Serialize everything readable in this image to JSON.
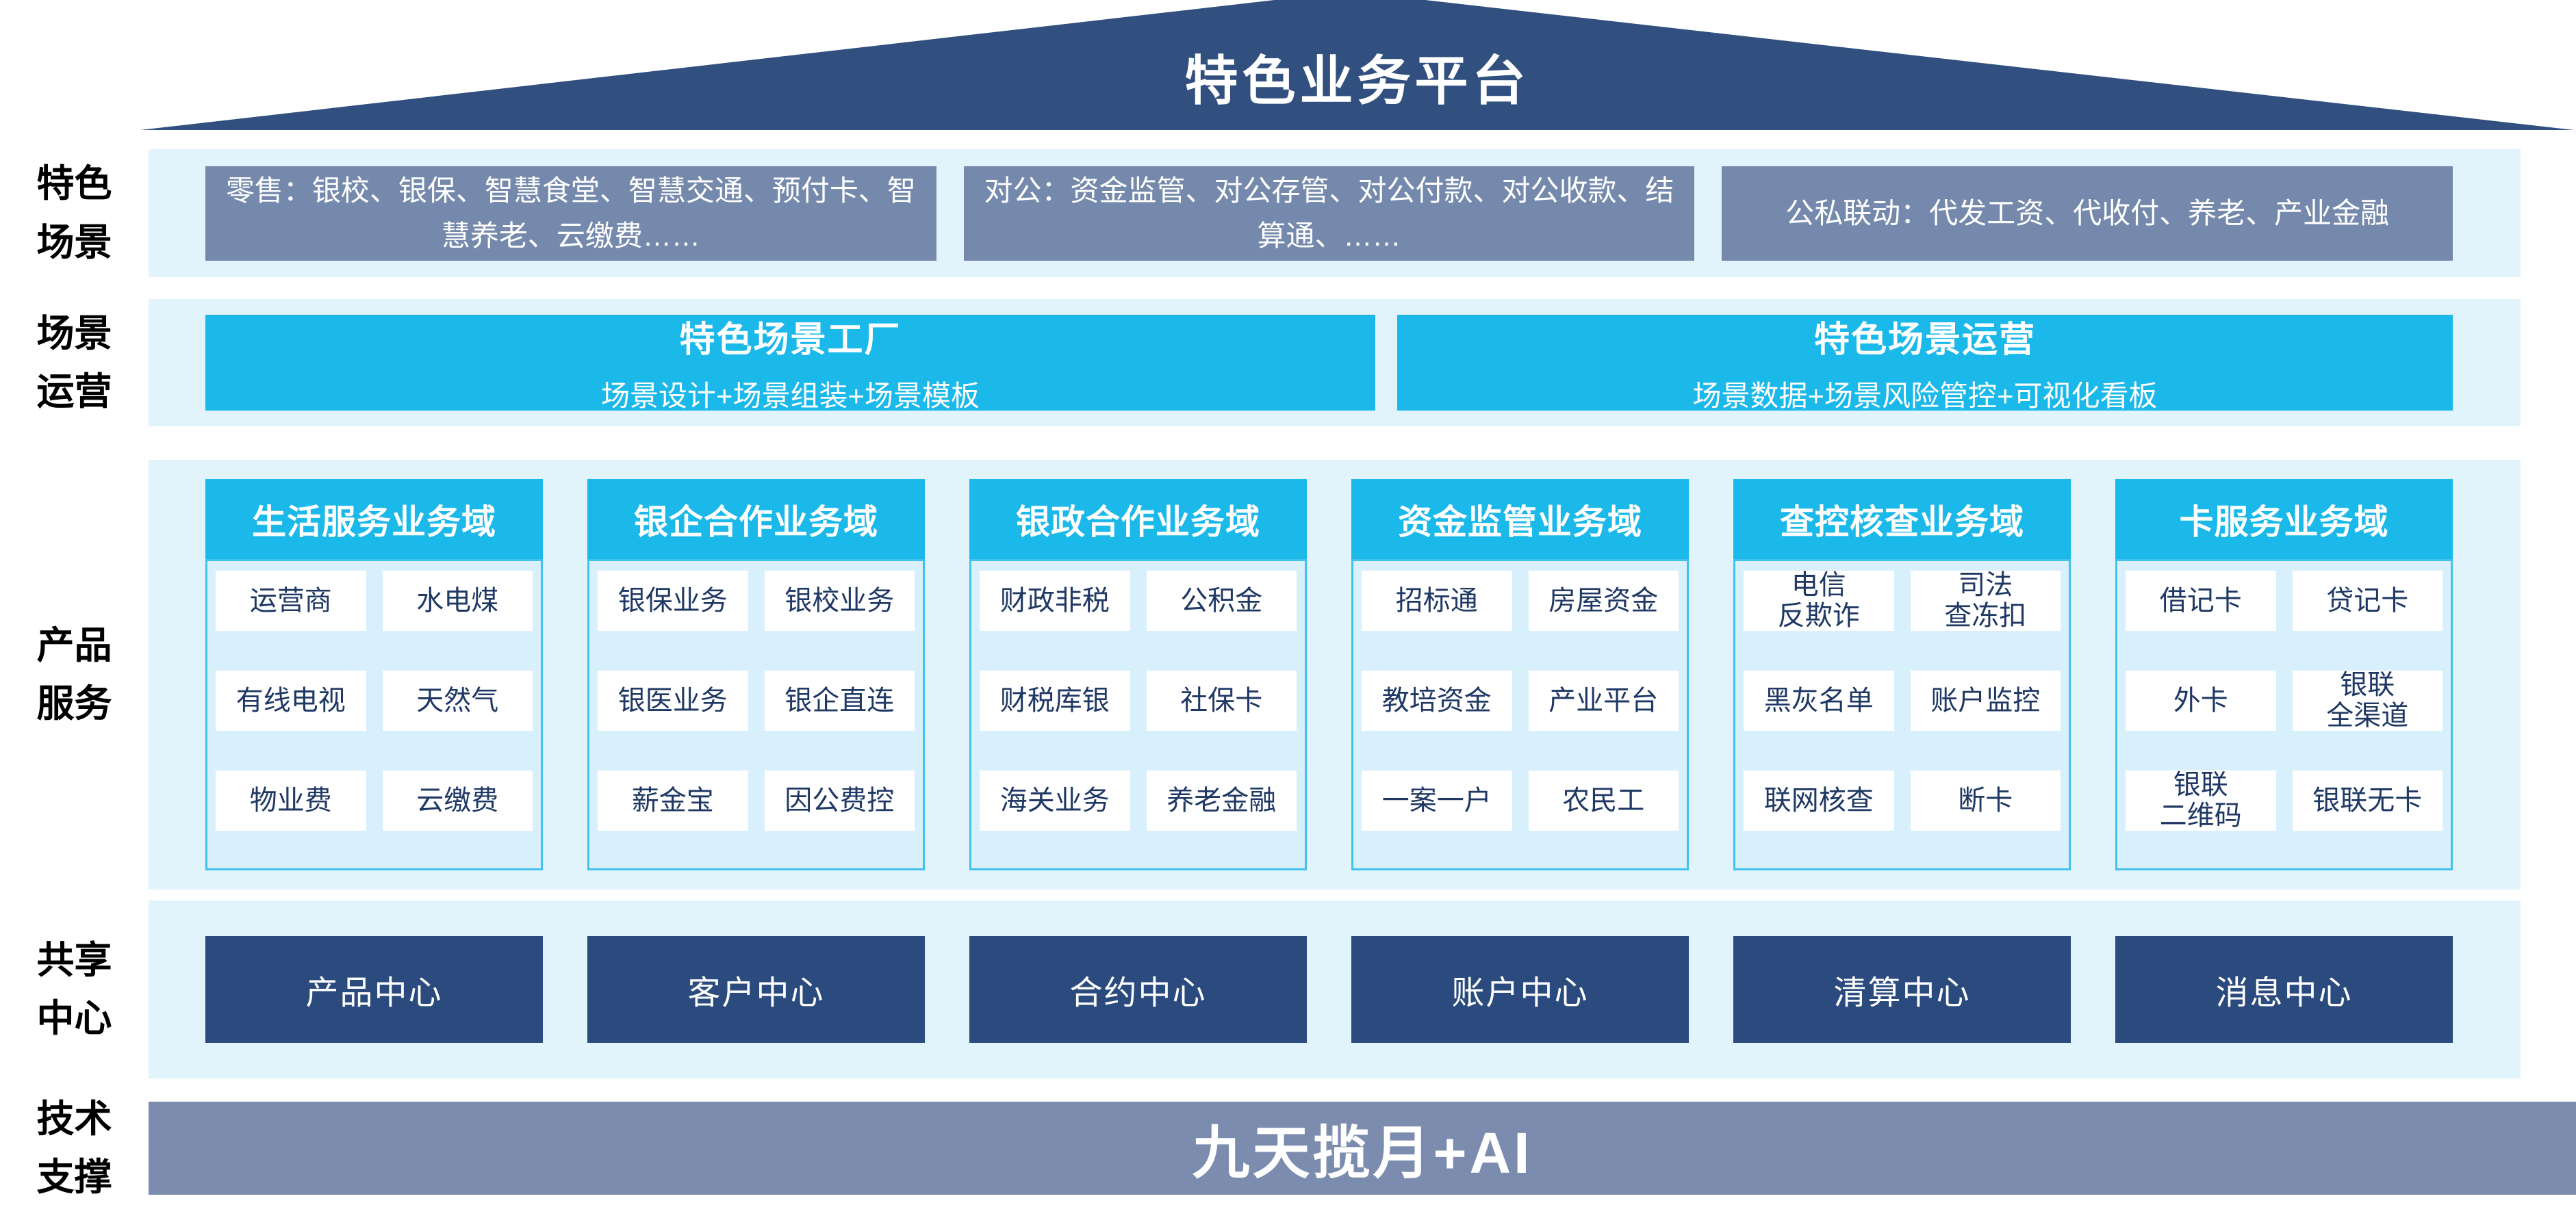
{
  "colors": {
    "roof_navy": "#31507F",
    "center_navy": "#2B4A7D",
    "cyan": "#1BB8EA",
    "band_light_blue": "#E1F3FB",
    "scene_gray_blue": "#7589AC",
    "tech_gray_blue": "#7B8CAE",
    "panel_blue": "#D8F0FB",
    "panel_border": "#41C1ED",
    "cell_text_navy": "#1F3864"
  },
  "roof": {
    "title": "特色业务平台"
  },
  "rows": {
    "scenes": {
      "label": "特色\n场景",
      "boxes": [
        "零售：银校、银保、智慧食堂、智慧交通、预付卡、智慧养老、云缴费……",
        "对公：资金监管、对公存管、对公付款、对公收款、结算通、……",
        "公私联动：代发工资、代收付、养老、产业金融"
      ]
    },
    "operations": {
      "label": "场景\n运营",
      "boxes": [
        {
          "title": "特色场景工厂",
          "subtitle": "场景设计+场景组装+场景模板"
        },
        {
          "title": "特色场景运营",
          "subtitle": "场景数据+场景风险管控+可视化看板"
        }
      ]
    },
    "products": {
      "label": "产品\n服务",
      "columns": [
        {
          "title": "生活服务业务域",
          "cells": [
            "运营商",
            "水电煤",
            "有线电视",
            "天然气",
            "物业费",
            "云缴费"
          ]
        },
        {
          "title": "银企合作业务域",
          "cells": [
            "银保业务",
            "银校业务",
            "银医业务",
            "银企直连",
            "薪金宝",
            "因公费控"
          ]
        },
        {
          "title": "银政合作业务域",
          "cells": [
            "财政非税",
            "公积金",
            "财税库银",
            "社保卡",
            "海关业务",
            "养老金融"
          ]
        },
        {
          "title": "资金监管业务域",
          "cells": [
            "招标通",
            "房屋资金",
            "教培资金",
            "产业平台",
            "一案一户",
            "农民工"
          ]
        },
        {
          "title": "查控核查业务域",
          "cells": [
            "电信\n反欺诈",
            "司法\n查冻扣",
            "黑灰名单",
            "账户监控",
            "联网核查",
            "断卡"
          ]
        },
        {
          "title": "卡服务业务域",
          "cells": [
            "借记卡",
            "贷记卡",
            "外卡",
            "银联\n全渠道",
            "银联\n二维码",
            "银联无卡"
          ]
        }
      ]
    },
    "centers": {
      "label": "共享\n中心",
      "boxes": [
        "产品中心",
        "客户中心",
        "合约中心",
        "账户中心",
        "清算中心",
        "消息中心"
      ]
    },
    "tech": {
      "label": "技术\n支撑",
      "bar": "九天揽月+AI"
    }
  }
}
